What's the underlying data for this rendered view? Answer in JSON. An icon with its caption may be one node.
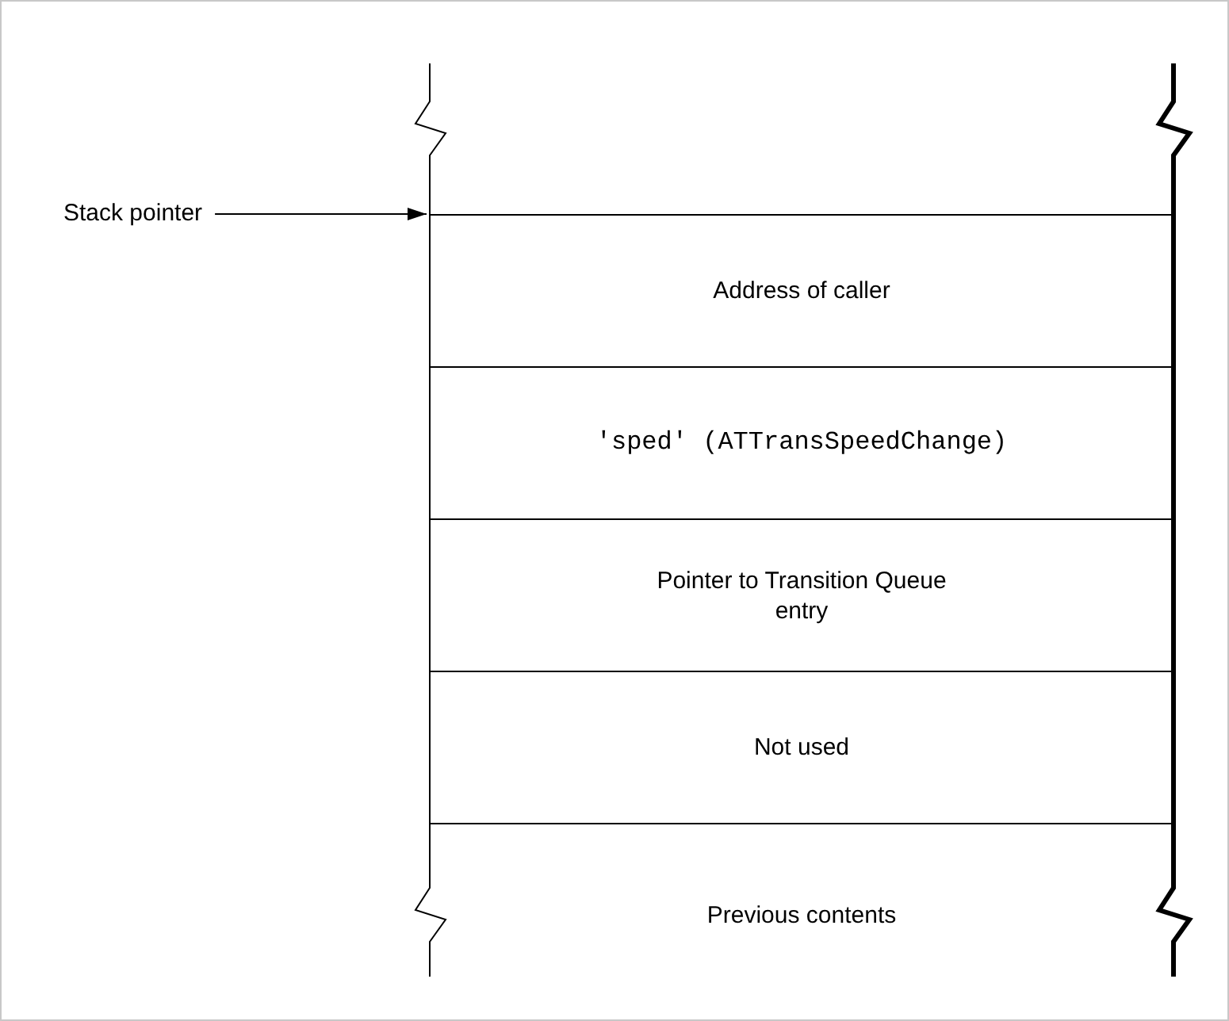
{
  "diagram": {
    "nodes": [
      {
        "text": [
          "Stack pointer"
        ]
      },
      {
        "text": [
          "Address of caller"
        ]
      },
      {
        "text": [
          "'sped' (ATTransSpeedChange)"
        ]
      },
      {
        "text": [
          "Pointer to Transition Queue entry"
        ]
      },
      {
        "text": [
          "Not used"
        ]
      },
      {
        "text": [
          "Previous contents"
        ]
      }
    ],
    "edges": [
      {
        "from": 0,
        "to": 1,
        "arrow": "to"
      }
    ]
  }
}
